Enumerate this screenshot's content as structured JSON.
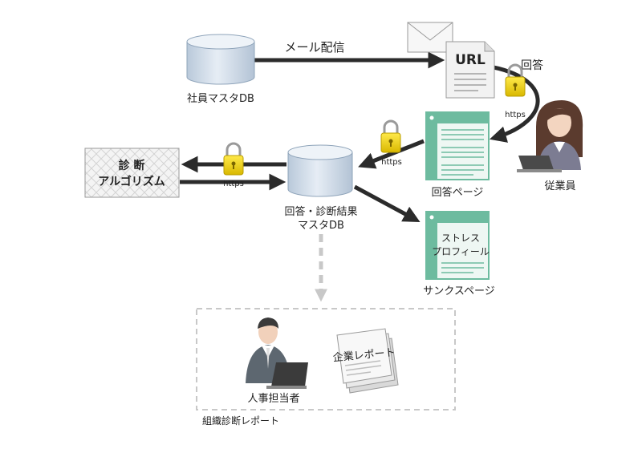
{
  "nodes": {
    "employee_db": {
      "label": "社員マスタDB"
    },
    "url_doc": {
      "label": "URL"
    },
    "answer_page": {
      "label": "回答ページ"
    },
    "employee": {
      "label": "従業員"
    },
    "algorithm": {
      "label_line1": "診 断",
      "label_line2": "アルゴリズム"
    },
    "result_db": {
      "label_line1": "回答・診断結果",
      "label_line2": "マスタDB"
    },
    "thanks_page": {
      "label": "サンクスページ",
      "inner_line1": "ストレス",
      "inner_line2": "プロフィール"
    },
    "hr_person": {
      "label": "人事担当者"
    },
    "company_report": {
      "label": "企業レポート"
    }
  },
  "edges": {
    "mail": {
      "label": "メール配信"
    },
    "answer": {
      "label": "回答"
    },
    "https": "https"
  },
  "group": {
    "label": "組織診断レポート"
  },
  "colors": {
    "page_green": "#6dbb9f",
    "page_fill": "#eef7f3",
    "cylinder_top": "#e8eef5",
    "cylinder_body": "#cfdbe8",
    "lock": "#f0d800",
    "arrow": "#2b2b2b",
    "dashed": "#c8c8c8",
    "suit": "#5d6770"
  },
  "icons": [
    "database-icon",
    "envelope-icon",
    "document-icon",
    "padlock-icon",
    "web-page-icon",
    "person-icon",
    "laptop-icon",
    "report-stack-icon"
  ]
}
